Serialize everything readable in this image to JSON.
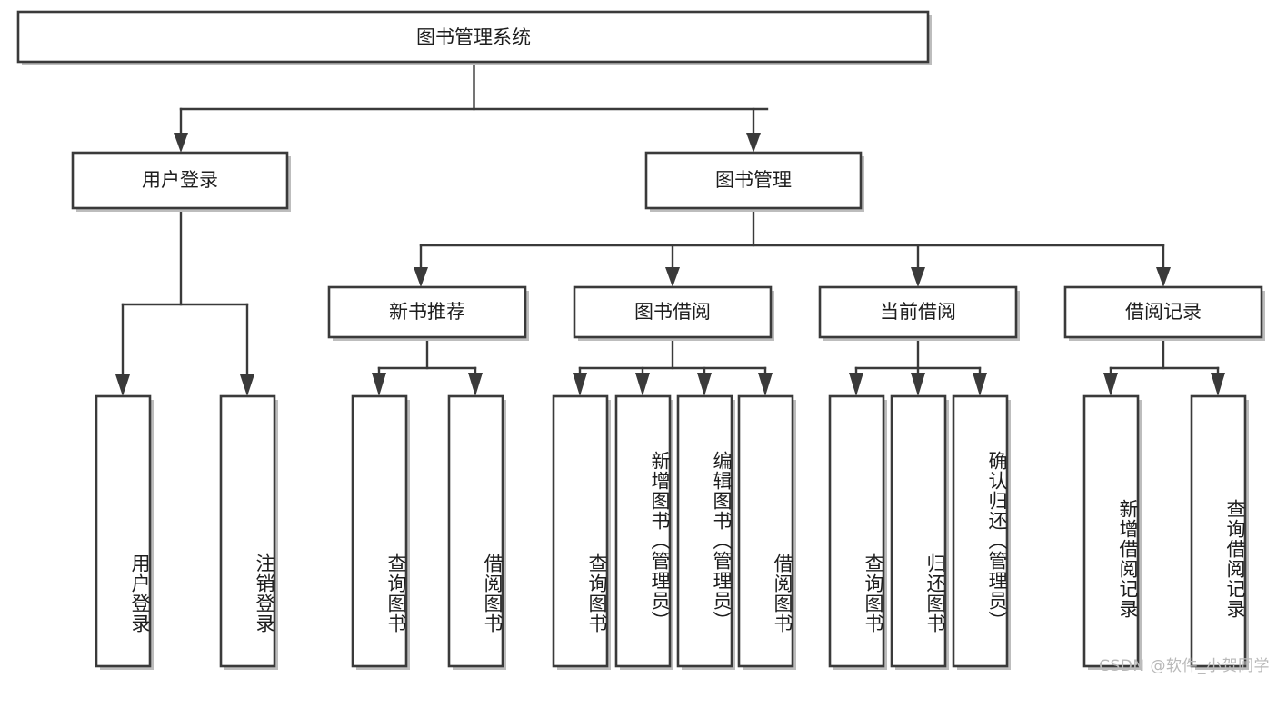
{
  "diagram": {
    "title": "图书管理系统",
    "type": "tree-hierarchy",
    "watermark": "CSDN @软件_小贺同学",
    "colors": {
      "box_fill": "#ffffff",
      "box_stroke": "#3a3a3a",
      "text": "#1d1d1d",
      "watermark": "#b9b9b9",
      "background": "#ffffff"
    },
    "root": {
      "label": "图书管理系统"
    },
    "level2": [
      {
        "label": "用户登录"
      },
      {
        "label": "图书管理"
      }
    ],
    "level3": [
      {
        "label": "新书推荐"
      },
      {
        "label": "图书借阅"
      },
      {
        "label": "当前借阅"
      },
      {
        "label": "借阅记录"
      }
    ],
    "leaves": {
      "user_login": [
        {
          "label": "用户登录"
        },
        {
          "label": "注销登录"
        }
      ],
      "new_book_rec": [
        {
          "label": "查询图书"
        },
        {
          "label": "借阅图书"
        }
      ],
      "book_borrow": [
        {
          "label": "查询图书"
        },
        {
          "label": "新增图书（管理员）"
        },
        {
          "label": "编辑图书（管理员）"
        },
        {
          "label": "借阅图书"
        }
      ],
      "current_borrow": [
        {
          "label": "查询图书"
        },
        {
          "label": "归还图书"
        },
        {
          "label": "确认归还（管理员）"
        }
      ],
      "borrow_record": [
        {
          "label": "新增借阅记录"
        },
        {
          "label": "查询借阅记录"
        }
      ]
    }
  }
}
